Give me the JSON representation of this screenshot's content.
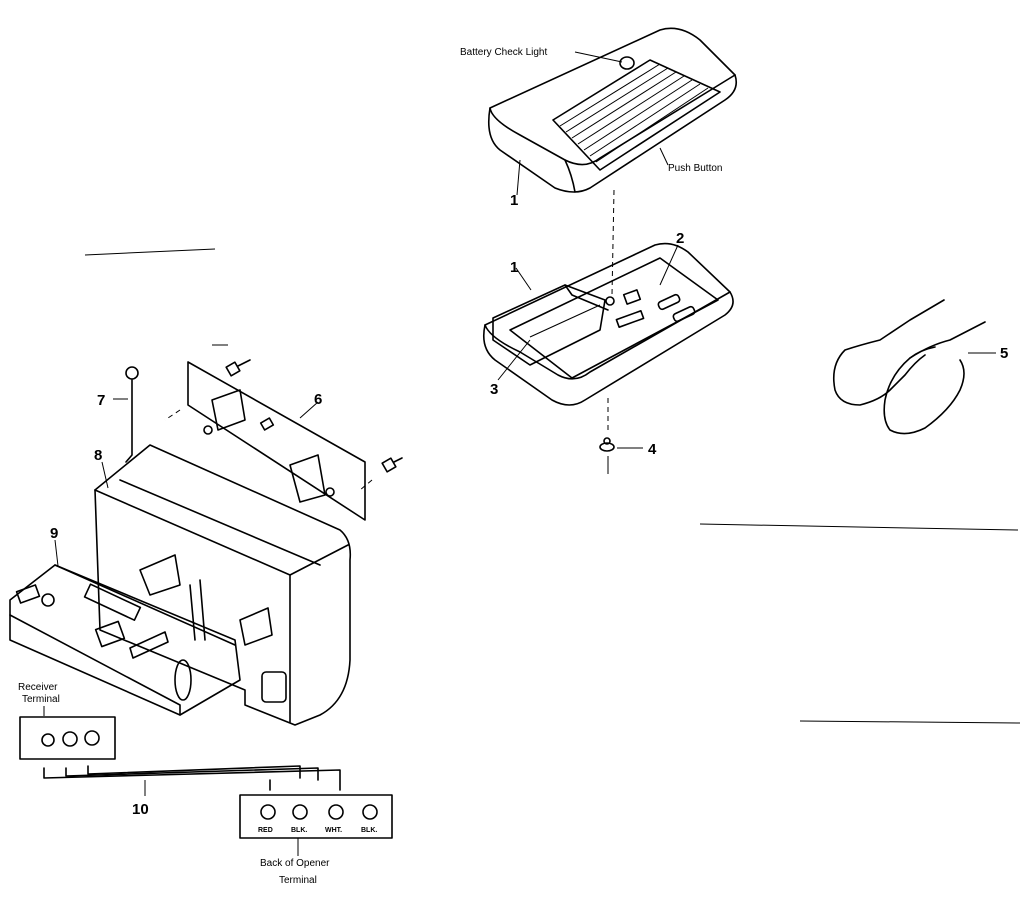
{
  "labels": {
    "battery_check_light": "Battery Check Light",
    "push_button": "Push Button",
    "receiver_terminal_line1": "Receiver",
    "receiver_terminal_line2": "Terminal",
    "opener_terminal_line1": "Back of Opener",
    "opener_terminal_line2": "Terminal"
  },
  "terminal_colors": [
    "RED",
    "BLK.",
    "WHT.",
    "BLK."
  ],
  "part_numbers": {
    "transmitter_case_top": "1",
    "transmitter_case_bottom": "1",
    "circuit_board": "2",
    "battery": "3",
    "screw": "4",
    "visor_clip": "5",
    "bracket_plate": "6",
    "antenna": "7",
    "receiver_housing": "8",
    "receiver_board": "9",
    "wire_harness": "10"
  }
}
